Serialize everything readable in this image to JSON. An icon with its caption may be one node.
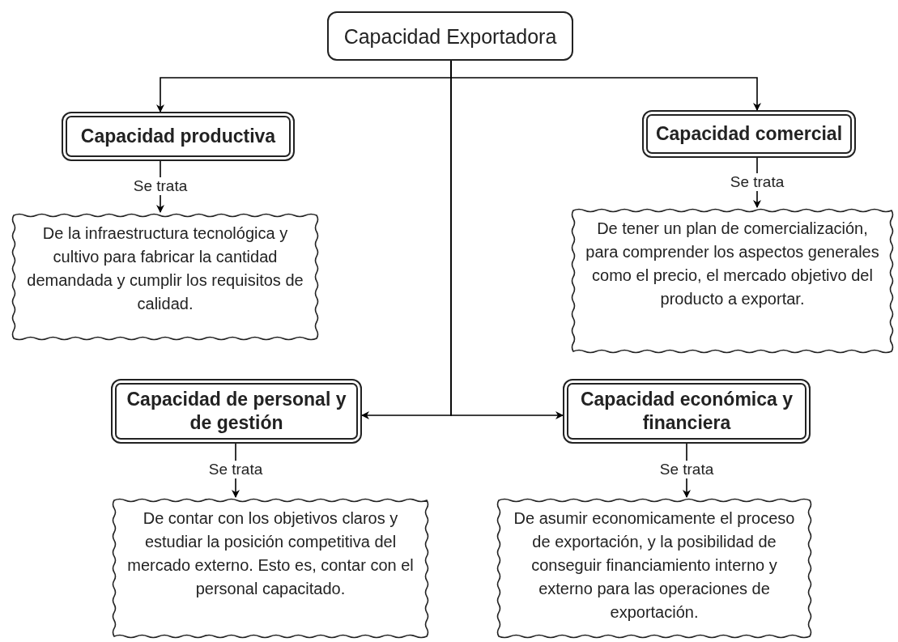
{
  "diagram": {
    "nodes": [
      {
        "text": [
          "Capacidad Exportadora"
        ]
      },
      {
        "text": [
          "Capacidad productiva"
        ]
      },
      {
        "text": [
          "Capacidad comercial"
        ]
      },
      {
        "text": [
          "De la infraestructura tecnológica y cultivo para fabricar la cantidad demandada y cumplir los requisitos de calidad."
        ]
      },
      {
        "text": [
          "De tener un plan de comercialización, para comprender los aspectos generales como el precio, el mercado objetivo del producto a exportar."
        ]
      },
      {
        "text": [
          "Capacidad de personal y de gestión"
        ]
      },
      {
        "text": [
          "Capacidad económica y financiera"
        ]
      },
      {
        "text": [
          "De contar con los objetivos claros y estudiar la posición competitiva del mercado externo. Esto es, contar con el personal capacitado."
        ]
      },
      {
        "text": [
          "De asumir economicamente el proceso de exportación, y la posibilidad de conseguir financiamiento interno y externo para las operaciones de exportación."
        ]
      }
    ],
    "edges": [
      {
        "from": 0,
        "to": 1,
        "arrow": "to"
      },
      {
        "from": 0,
        "to": 2,
        "arrow": "to"
      },
      {
        "from": 0,
        "to": 5,
        "arrow": "to"
      },
      {
        "from": 0,
        "to": 6,
        "arrow": "to"
      },
      {
        "from": 1,
        "to": 3,
        "arrow": "to",
        "label": "Se trata"
      },
      {
        "from": 2,
        "to": 4,
        "arrow": "to",
        "label": "Se trata"
      },
      {
        "from": 5,
        "to": 7,
        "arrow": "to",
        "label": "Se trata"
      },
      {
        "from": 6,
        "to": 8,
        "arrow": "to",
        "label": "Se trata"
      }
    ]
  }
}
